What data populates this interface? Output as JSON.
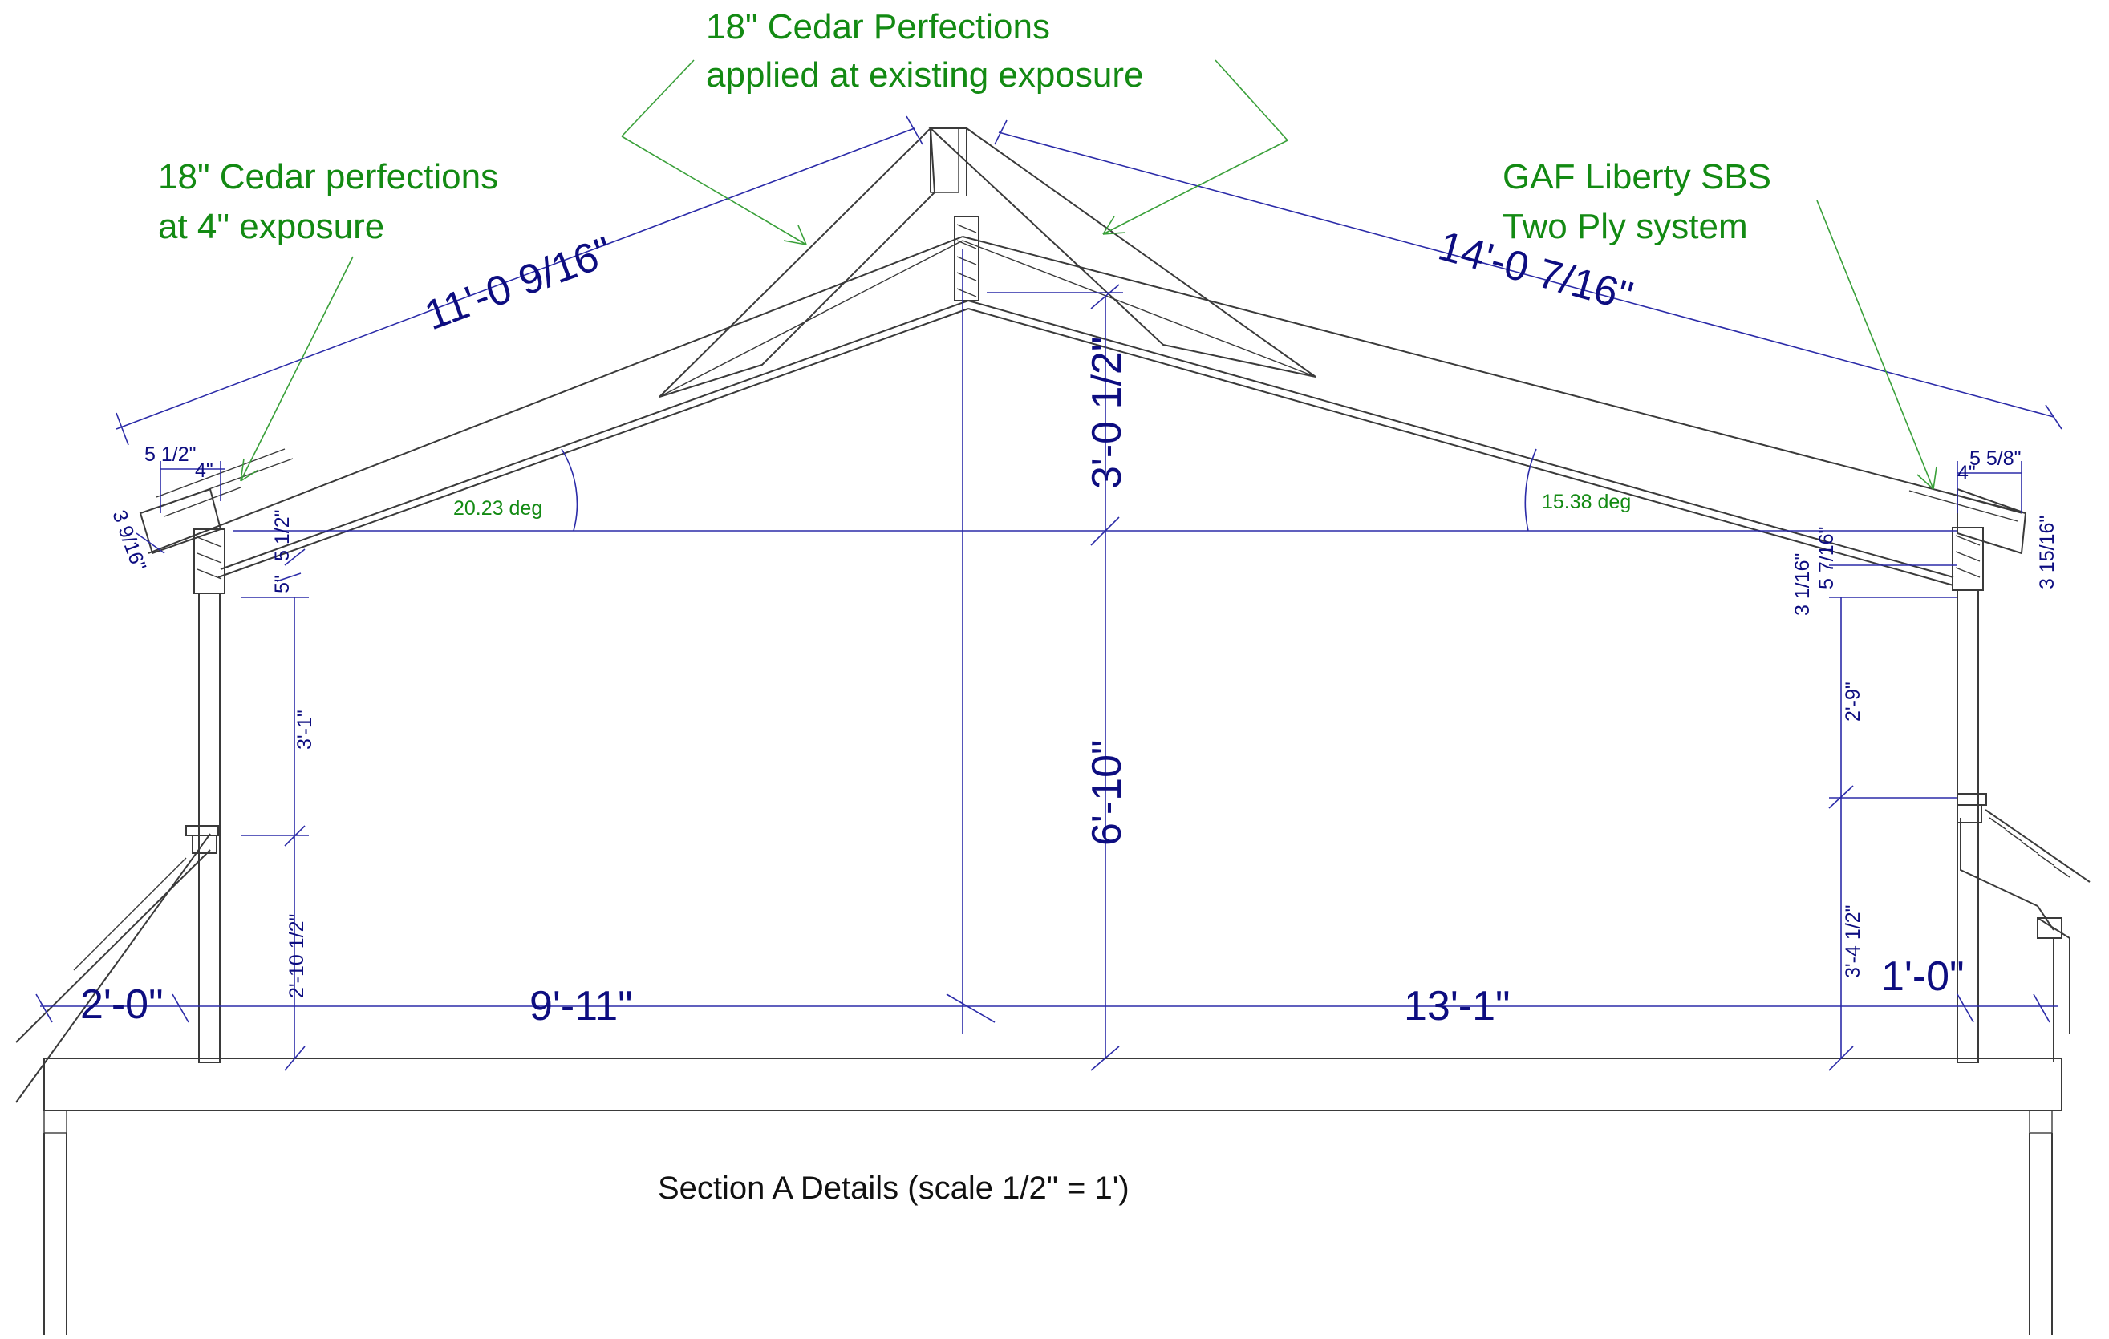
{
  "drawing": {
    "title": "Section A Details (scale 1/2\" = 1')",
    "notes": {
      "ridge_line1": "18\" Cedar Perfections",
      "ridge_line2": "applied at existing exposure",
      "left_line1": "18\" Cedar perfections",
      "left_line2": "at 4\" exposure",
      "right_line1": "GAF Liberty SBS",
      "right_line2": "Two Ply system"
    },
    "angles": {
      "left": "20.23 deg",
      "right": "15.38 deg"
    },
    "dimensions": {
      "left_slope": "11'-0 9/16\"",
      "right_slope": "14'-0 7/16\"",
      "ridge_rise": "3'-0 1/2\"",
      "center_height": "6'-10\"",
      "left_span": "9'-11\"",
      "right_span": "13'-1\"",
      "left_overhang": "2'-0\"",
      "right_overhang": "1'-0\"",
      "left_upper_wall": "3'-1\"",
      "left_lower_wall": "2'-10 1/2\"",
      "right_upper_wall": "2'-9\"",
      "right_lower_wall": "3'-4 1/2\"",
      "left_eave_width": "5 1/2\"",
      "left_exposure": "4\"",
      "left_fascia": "3 9/16\"",
      "left_plate_a": "5 1/2\"",
      "left_plate_b": "5\"",
      "right_eave_width": "5 5/8\"",
      "right_exposure": "4\"",
      "right_fascia": "3 15/16\"",
      "right_plate_a": "5 7/16\"",
      "right_plate_b": "3 1/16\""
    }
  }
}
